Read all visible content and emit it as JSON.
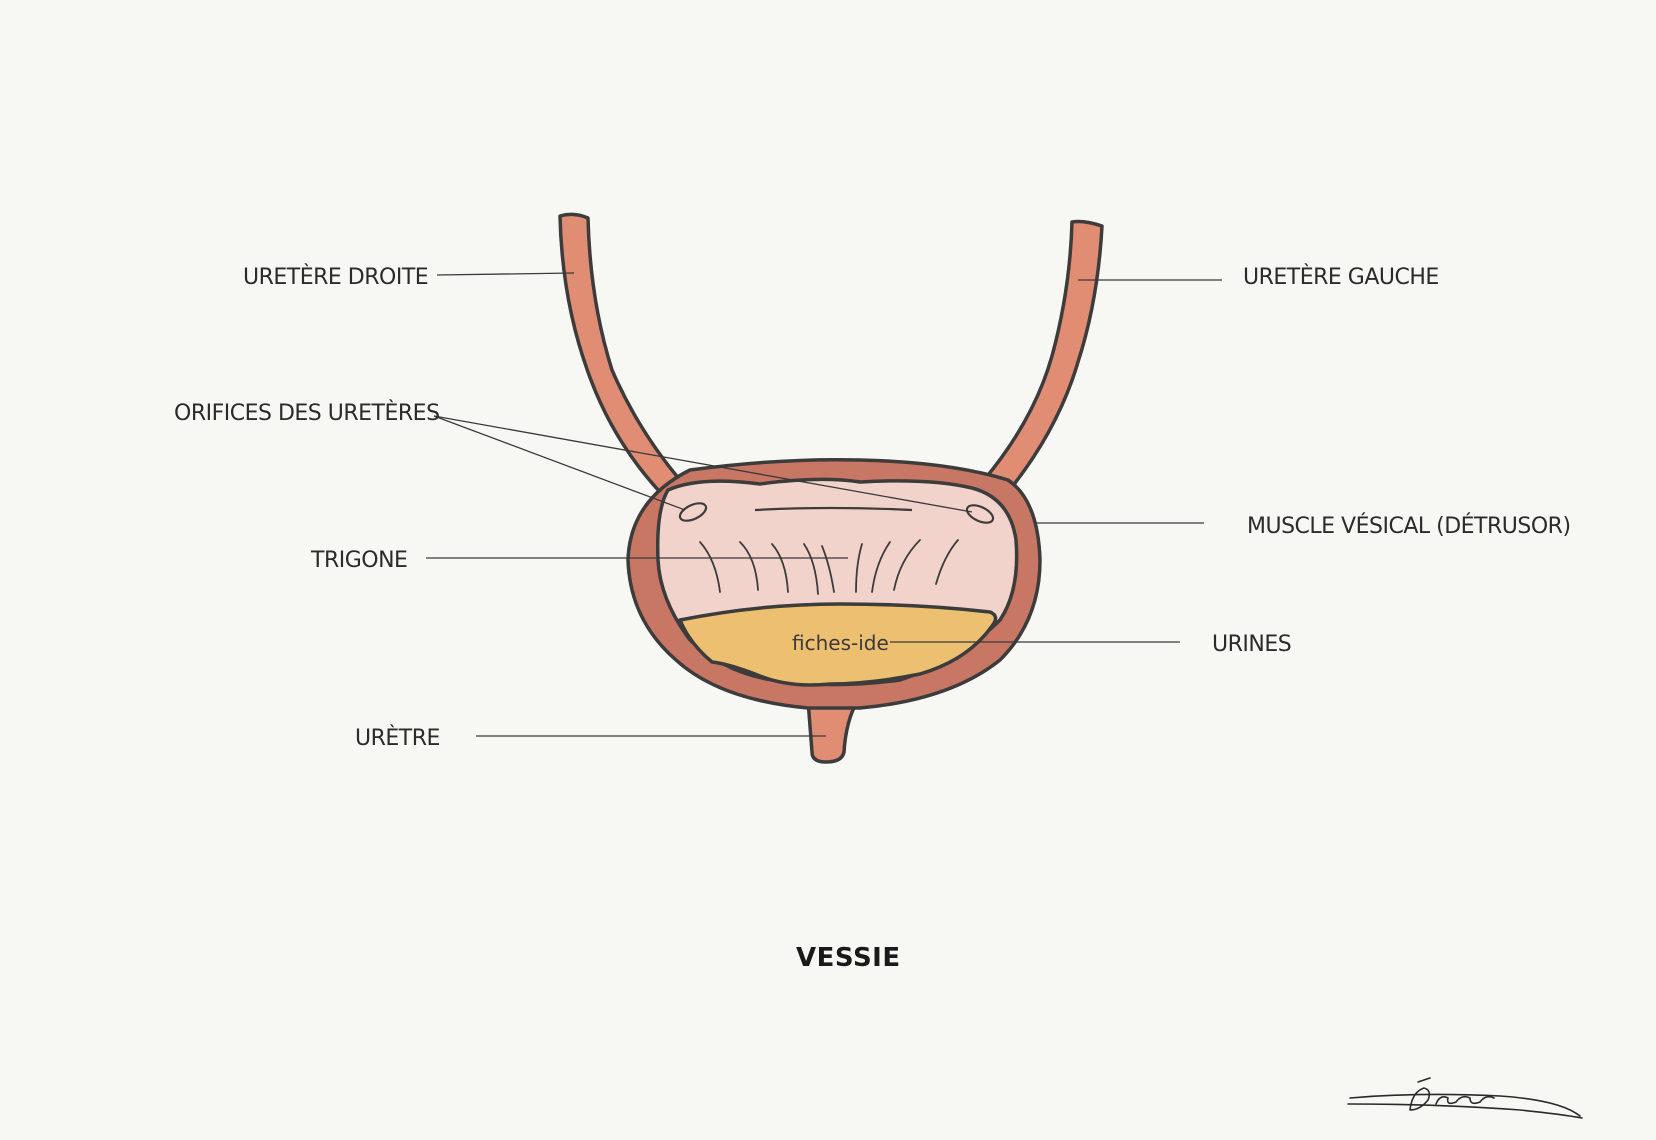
{
  "diagram": {
    "title": "VESSIE",
    "watermark": "fiches-ide",
    "signature": "Léona",
    "labels": {
      "uretere_droite": "URETÈRE DROITE",
      "uretere_gauche": "URETÈRE  GAUCHE",
      "orifices": "ORIFICES DES URETÈRES",
      "muscle": "MUSCLE VÉSICAL (DÉTRUSOR)",
      "trigone": "TRIGONE",
      "urines": "URINES",
      "uretre": "URÈTRE"
    },
    "colors": {
      "background": "#f7f7f3",
      "muscle_wall": "#c97765",
      "ureter": "#e08d74",
      "mucosa": "#f2d3cb",
      "urine": "#ecc070",
      "outline": "#3c3c3c"
    }
  }
}
